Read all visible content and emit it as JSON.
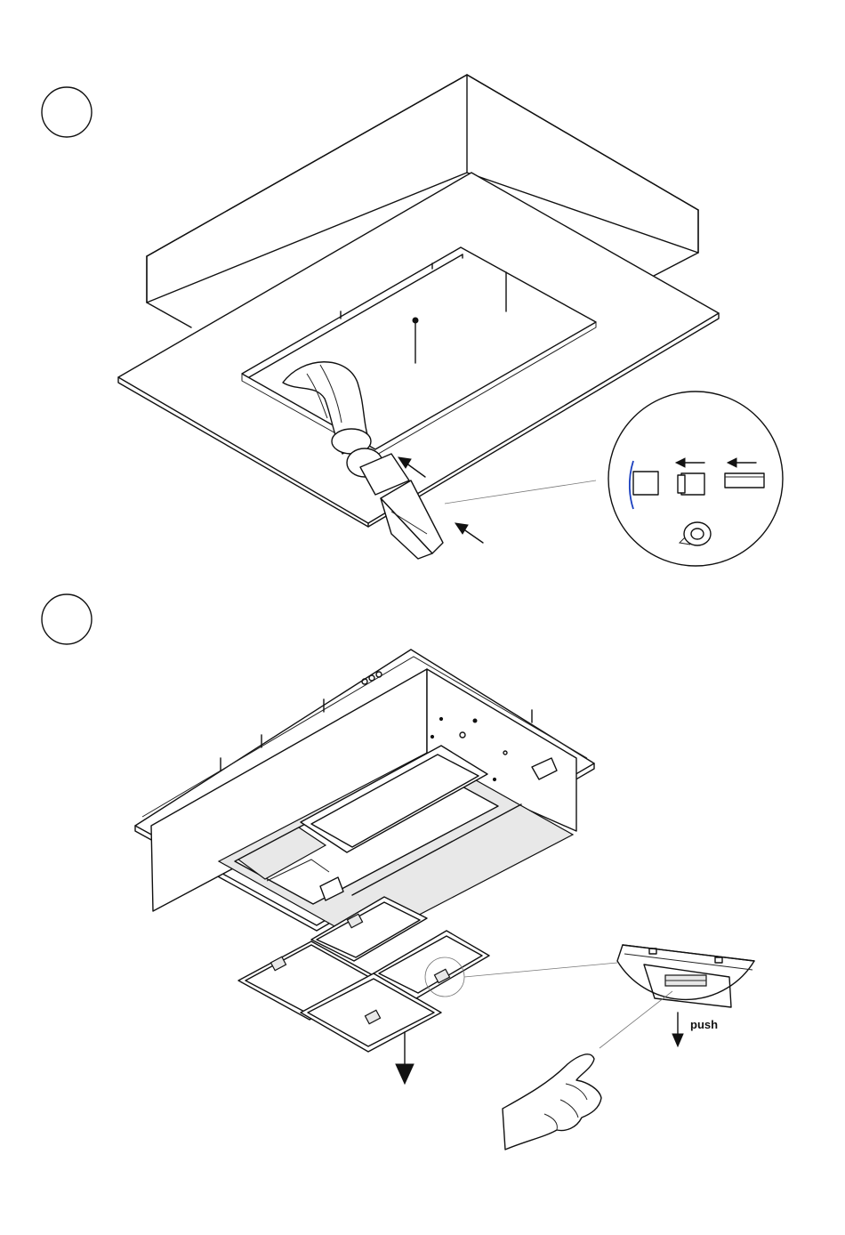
{
  "steps": [
    {
      "id": "step-1",
      "number": ""
    },
    {
      "id": "step-2",
      "number": ""
    }
  ],
  "detail_filter": {
    "push_label": "push"
  },
  "colors": {
    "line": "#111111",
    "tape_marker": "#1a3fbf",
    "background": "#ffffff"
  },
  "icons": {
    "step1": [
      "ceiling-box-icon",
      "ceiling-panel-icon",
      "flex-duct-icon",
      "duct-adapter-icon",
      "airflow-arrow-icon",
      "duct-detail-zoom-icon",
      "tape-roll-icon"
    ],
    "step2": [
      "hood-body-icon",
      "grease-filter-icon",
      "filter-latch-icon",
      "down-arrow-icon",
      "latch-detail-zoom-icon",
      "pointing-hand-icon"
    ]
  }
}
